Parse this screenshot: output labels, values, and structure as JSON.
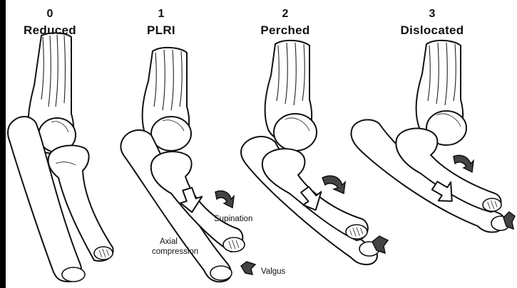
{
  "stages": [
    {
      "number": "0",
      "name": "Reduced"
    },
    {
      "number": "1",
      "name": "PLRI"
    },
    {
      "number": "2",
      "name": "Perched"
    },
    {
      "number": "3",
      "name": "Dislocated"
    }
  ],
  "forces": {
    "supination": "Supination",
    "axial": "Axial",
    "compression": "compression",
    "valgus": "Valgus"
  }
}
